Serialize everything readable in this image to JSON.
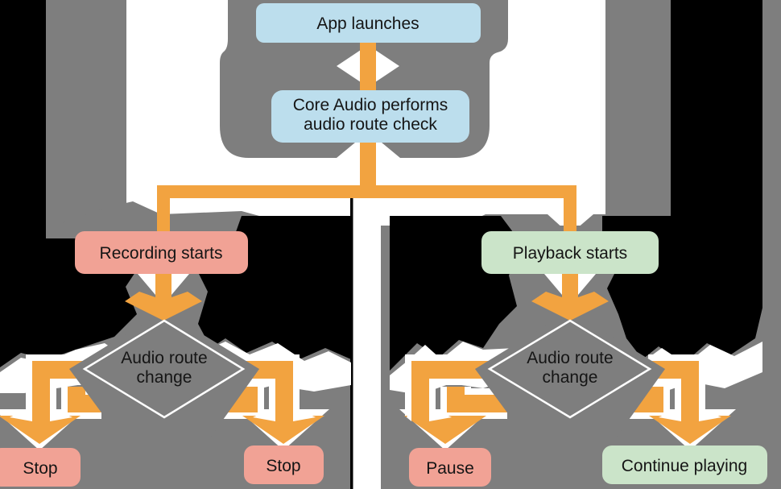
{
  "flowchart": {
    "nodes": {
      "app_launches": "App launches",
      "route_check_line1": "Core Audio performs",
      "route_check_line2": "audio route check",
      "recording_starts": "Recording starts",
      "playback_starts": "Playback starts",
      "route_change_line1": "Audio route",
      "route_change_line2": "change",
      "stop_left": "Stop",
      "stop_right": "Stop",
      "pause": "Pause",
      "continue_playing": "Continue playing"
    },
    "colors": {
      "background_black": "#000000",
      "shadow_gray": "#7E7E7E",
      "white": "#FFFFFF",
      "arrow_orange": "#F2A340",
      "process_blue": "#BCDEED",
      "action_salmon": "#F1A295",
      "action_green": "#CBE4C9",
      "text": "#151515"
    }
  }
}
